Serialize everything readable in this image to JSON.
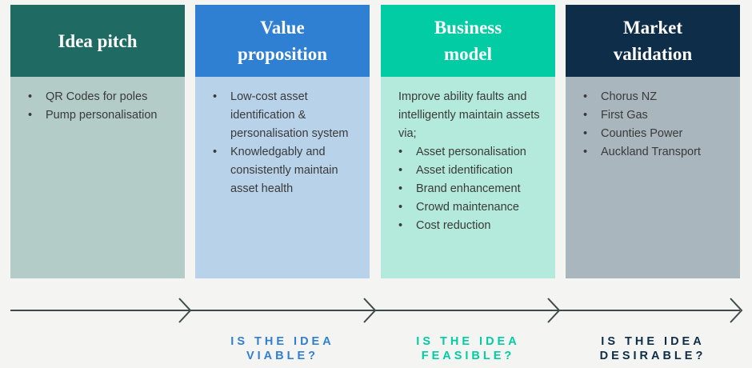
{
  "stages": [
    {
      "title": "Idea pitch",
      "intro": "",
      "bullets": [
        "QR Codes for poles",
        "Pump personalisation"
      ]
    },
    {
      "title": "Value\nproposition",
      "intro": "",
      "bullets": [
        "Low-cost asset identification & personalisation system",
        "Knowledgably and consistently maintain asset health"
      ]
    },
    {
      "title": "Business\nmodel",
      "intro": "Improve ability faults and intelligently maintain assets via;",
      "bullets": [
        "Asset personalisation",
        "Asset identification",
        "Brand enhancement",
        "Crowd maintenance",
        "Cost reduction"
      ]
    },
    {
      "title": "Market\nvalidation",
      "intro": "",
      "bullets": [
        "Chorus NZ",
        "First Gas",
        "Counties Power",
        "Auckland Transport"
      ]
    }
  ],
  "questions": {
    "viable": "IS THE IDEA\nVIABLE?",
    "feasible": "IS THE IDEA\nFEASIBLE?",
    "desirable": "IS THE IDEA\nDESIRABLE?"
  },
  "colors": {
    "idea_pitch": "#1f6b64",
    "value_proposition": "#2f7fd2",
    "business_model": "#02cca3",
    "market_validation": "#0e2d48",
    "timeline": "#3f4a4a"
  }
}
